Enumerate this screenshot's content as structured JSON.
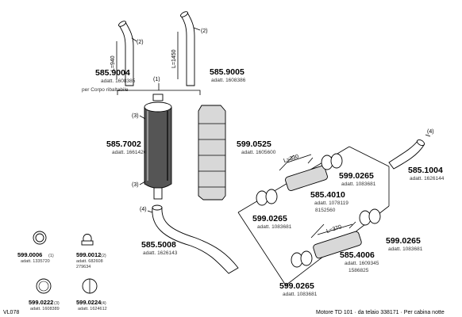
{
  "parts": {
    "p9004": {
      "code": "585.9004",
      "ref": "adatt. 1608385",
      "note": "per Corpo ribaltabile",
      "dim": "L=940",
      "callout": "(2)"
    },
    "p9005": {
      "code": "585.9005",
      "ref": "adatt. 1608386",
      "dim": "L=1450",
      "callout": "(2)"
    },
    "group1": {
      "callout": "(1)"
    },
    "p7002": {
      "code": "585.7002",
      "ref": "adatt. 1661420",
      "callout_top": "(3)",
      "callout_bottom": "(3)"
    },
    "p0525": {
      "code": "599.0525",
      "ref": "adatt. 1605600"
    },
    "p1004": {
      "code": "585.1004",
      "ref": "adatt. 1626144",
      "callout": "(4)"
    },
    "p0265a": {
      "code": "599.0265",
      "ref": "adatt. 1083681"
    },
    "p4010": {
      "code": "585.4010",
      "ref": "adatt. 1078119",
      "ref2": "8152560",
      "dim": "L=330"
    },
    "p0265b": {
      "code": "599.0265",
      "ref": "adatt. 1083681"
    },
    "p0265c": {
      "code": "599.0265",
      "ref": "adatt. 1083681"
    },
    "p4006": {
      "code": "585.4006",
      "ref": "adatt. 1609345",
      "ref2": "1586825",
      "dim": "L=370"
    },
    "p0265d": {
      "code": "599.0265",
      "ref": "adatt. 1083681"
    },
    "p5008": {
      "code": "585.5008",
      "ref": "adatt. 1626143",
      "callout": "(4)"
    }
  },
  "legend": [
    {
      "code": "599.0006",
      "qty": "(1)",
      "ref": "adatt. 1335720",
      "ref2": ""
    },
    {
      "code": "599.0012",
      "qty": "(2)",
      "ref": "adatt. 682608",
      "ref2": "279634"
    },
    {
      "code": "599.0222",
      "qty": "(3)",
      "ref": "adatt. 1608389",
      "ref2": ""
    },
    {
      "code": "599.0224",
      "qty": "(4)",
      "ref": "adatt. 1624612",
      "ref2": ""
    }
  ],
  "footer": {
    "code": "VL078",
    "caption": "Motore TD 101  ·  da telaio 338171  ·  Per cabina notte"
  }
}
